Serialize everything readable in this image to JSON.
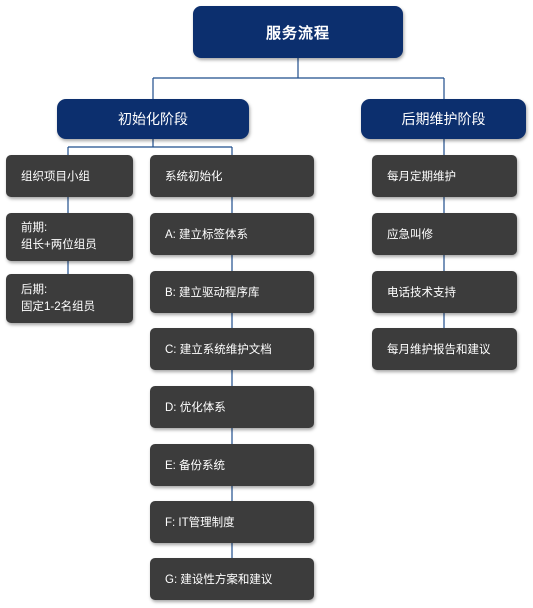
{
  "root": {
    "title": "服务流程"
  },
  "phases": {
    "init": {
      "label": "初始化阶段"
    },
    "maintenance": {
      "label": "后期维护阶段"
    }
  },
  "team": {
    "header": "组织项目小组",
    "early": {
      "label": "前期:",
      "detail": "组长+两位组员"
    },
    "late": {
      "label": "后期:",
      "detail": "固定1-2名组员"
    }
  },
  "system_init": {
    "header": "系统初始化",
    "items": [
      "A: 建立标签体系",
      "B: 建立驱动程序库",
      "C: 建立系统维护文档",
      "D: 优化体系",
      "E: 备份系统",
      "F: IT管理制度",
      "G: 建设性方案和建议"
    ]
  },
  "maintenance_items": [
    "每月定期维护",
    "应急叫修",
    "电话技术支持",
    "每月维护报告和建议"
  ],
  "colors": {
    "header_fill": "#0c2f6e",
    "step_fill": "#3c3c3c",
    "connector": "#1f4e8c"
  }
}
